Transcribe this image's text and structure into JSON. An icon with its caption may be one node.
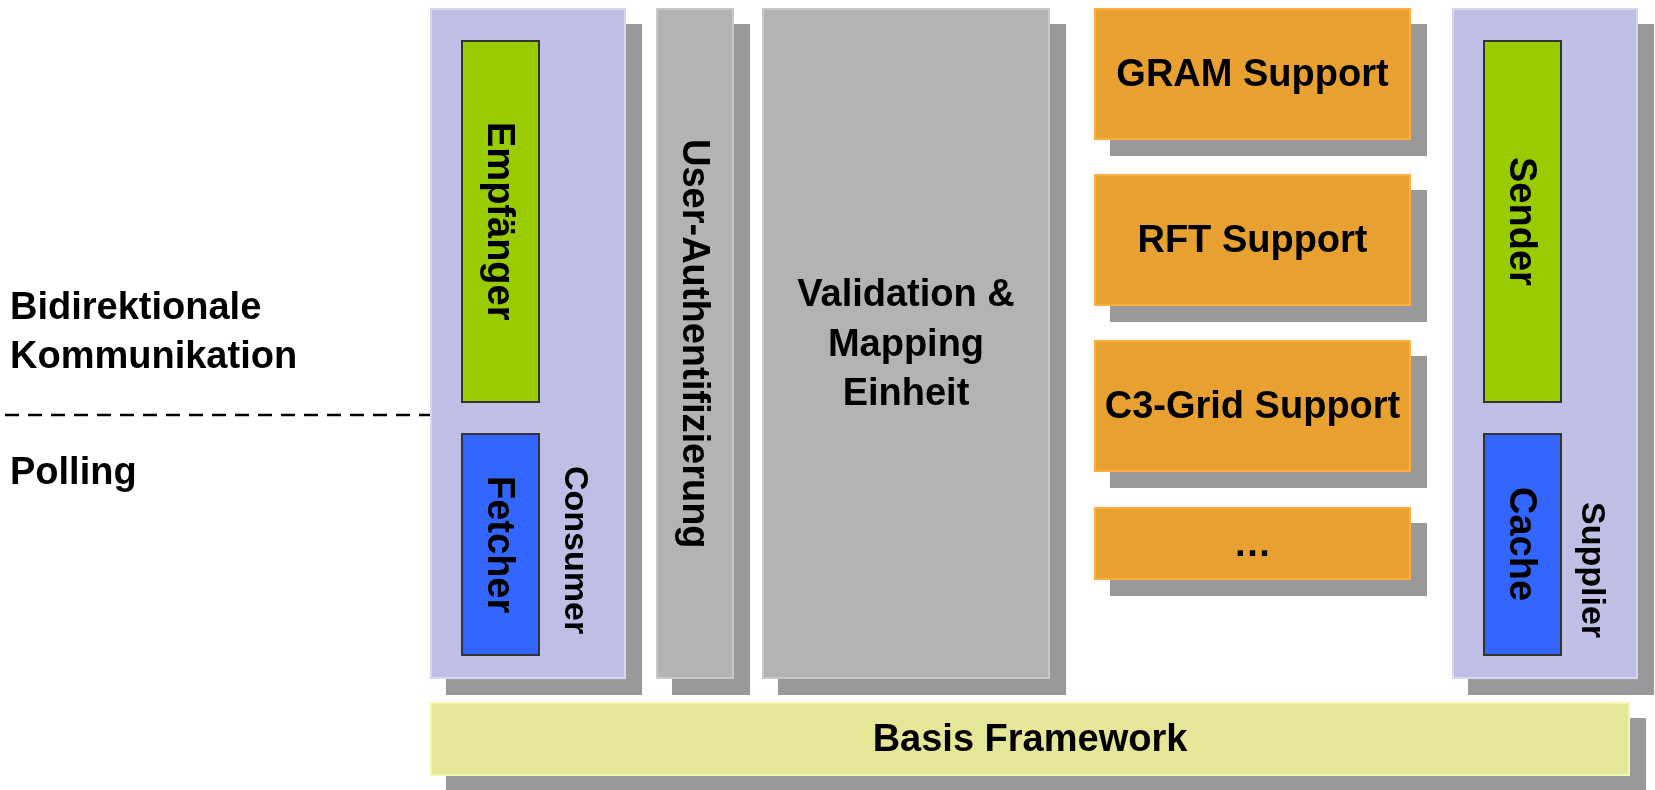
{
  "diagram": {
    "nodes": [
      {
        "text": [
          "Consumer"
        ]
      },
      {
        "text": [
          "Empfänger"
        ],
        "in": 0
      },
      {
        "text": [
          "Fetcher"
        ],
        "in": 0
      },
      {
        "text": [
          "User-Authentifizierung"
        ]
      },
      {
        "text": [
          "Validation & Mapping Einheit"
        ]
      },
      {
        "text": [
          "GRAM Support"
        ]
      },
      {
        "text": [
          "RFT Support"
        ]
      },
      {
        "text": [
          "C3-Grid Support"
        ]
      },
      {
        "text": [
          "…"
        ]
      },
      {
        "text": [
          "Supplier"
        ]
      },
      {
        "text": [
          "Sender"
        ],
        "in": 9
      },
      {
        "text": [
          "Cache"
        ],
        "in": 9
      },
      {
        "text": [
          "Basis Framework"
        ]
      }
    ],
    "edges": [],
    "labels": [
      "Bidirektionale Kommunikation",
      "Polling"
    ]
  }
}
